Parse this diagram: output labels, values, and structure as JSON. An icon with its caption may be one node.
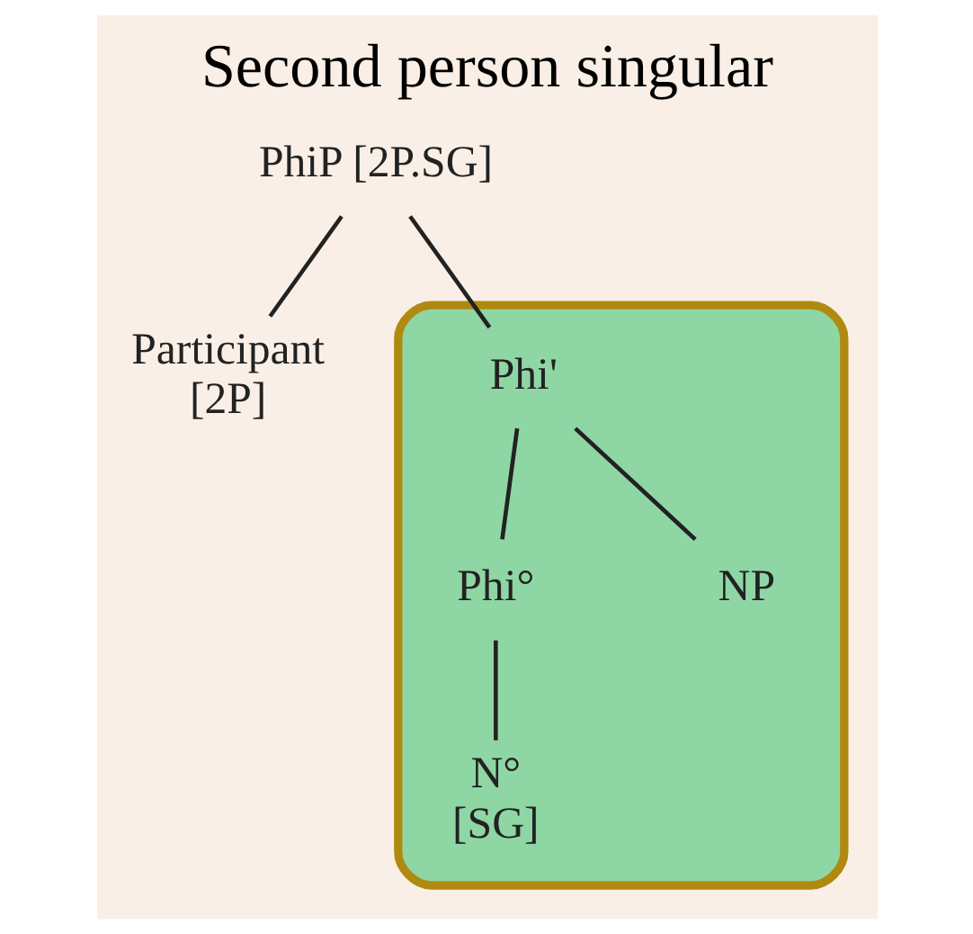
{
  "diagram": {
    "title": "Second person singular",
    "nodes": [
      {
        "text": [
          "PhiP [2P.SG]"
        ]
      },
      {
        "text": [
          "Participant",
          "[2P]"
        ]
      },
      {
        "text": [],
        "shape": "ellipse"
      },
      {
        "text": [
          "Phi'"
        ],
        "in": 2
      },
      {
        "text": [
          "Phi°"
        ],
        "in": 2
      },
      {
        "text": [
          "NP"
        ],
        "in": 2
      },
      {
        "text": [
          "N°",
          "[SG]"
        ],
        "in": 2
      }
    ],
    "edges": [
      {
        "from": 0,
        "to": 1,
        "arrow": "none"
      },
      {
        "from": 0,
        "to": 3,
        "arrow": "none"
      },
      {
        "from": 3,
        "to": 4,
        "arrow": "none"
      },
      {
        "from": 3,
        "to": 5,
        "arrow": "none"
      },
      {
        "from": 4,
        "to": 6,
        "arrow": "none"
      }
    ]
  }
}
